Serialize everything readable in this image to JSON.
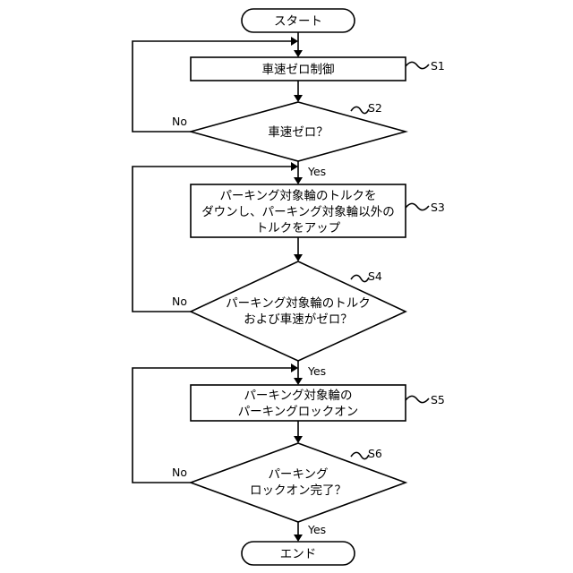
{
  "start": "スタート",
  "end": "エンド",
  "branch": {
    "yes": "Yes",
    "no": "No"
  },
  "steps": {
    "s1": {
      "id": "S1",
      "text": "車速ゼロ制御"
    },
    "s2": {
      "id": "S2",
      "text": "車速ゼロ？"
    },
    "s3": {
      "id": "S3",
      "lines": [
        "パーキング対象輪のトルクを",
        "ダウンし、パーキング対象輪以外の",
        "トルクをアップ"
      ]
    },
    "s4": {
      "id": "S4",
      "lines": [
        "パーキング対象輪のトルク",
        "および車速がゼロ？"
      ]
    },
    "s5": {
      "id": "S5",
      "lines": [
        "パーキング対象輪の",
        "パーキングロックオン"
      ]
    },
    "s6": {
      "id": "S6",
      "lines": [
        "パーキング",
        "ロックオン完了？"
      ]
    }
  }
}
